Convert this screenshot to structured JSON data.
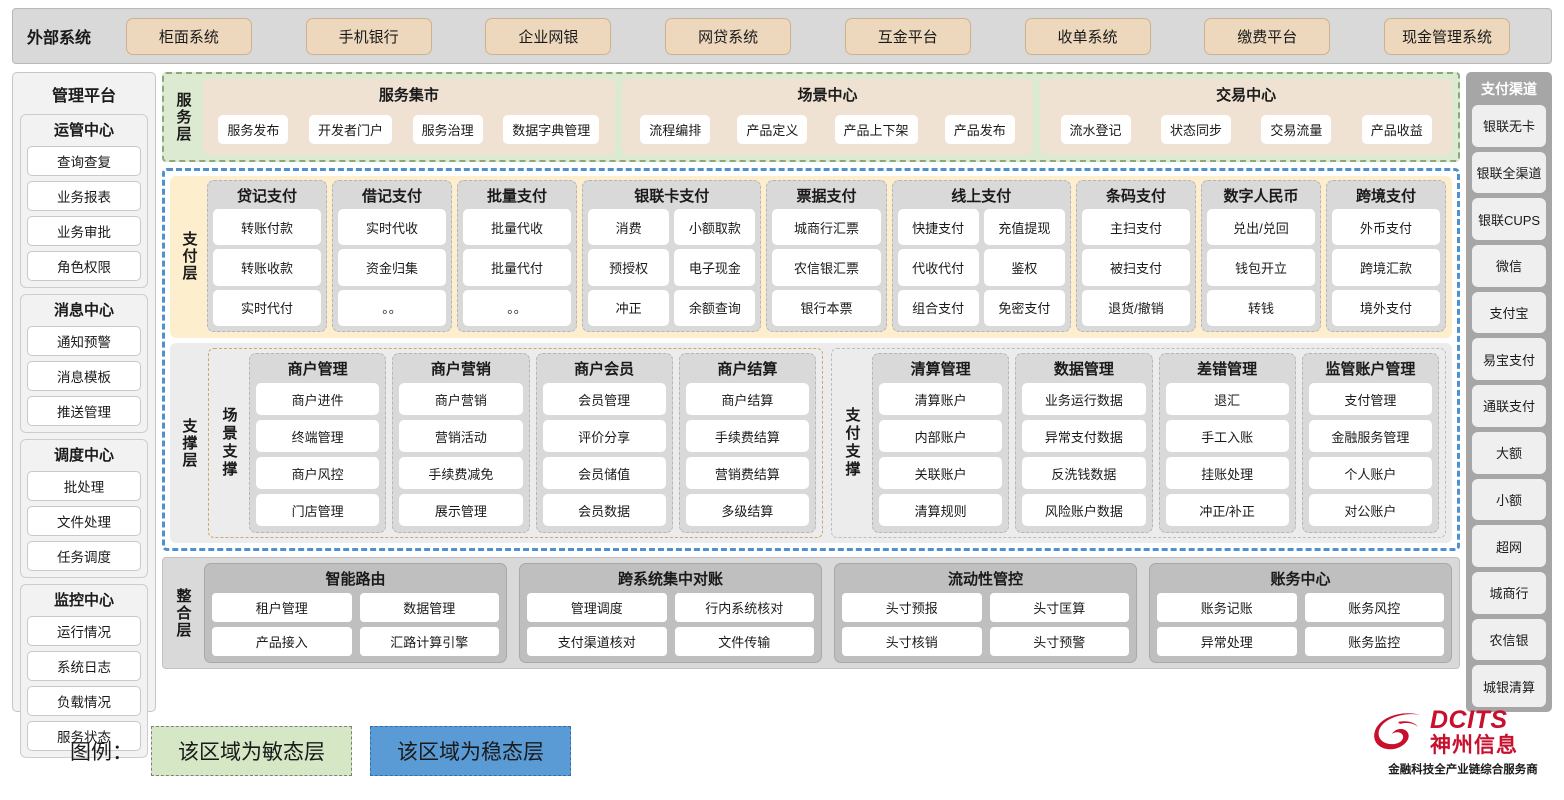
{
  "external": {
    "title": "外部系统",
    "items": [
      "柜面系统",
      "手机银行",
      "企业网银",
      "网贷系统",
      "互金平台",
      "收单系统",
      "缴费平台",
      "现金管理系统"
    ]
  },
  "management": {
    "title": "管理平台",
    "groups": [
      {
        "title": "运管中心",
        "items": [
          "查询查复",
          "业务报表",
          "业务审批",
          "角色权限"
        ]
      },
      {
        "title": "消息中心",
        "items": [
          "通知预警",
          "消息模板",
          "推送管理"
        ]
      },
      {
        "title": "调度中心",
        "items": [
          "批处理",
          "文件处理",
          "任务调度"
        ]
      },
      {
        "title": "监控中心",
        "items": [
          "运行情况",
          "系统日志",
          "负载情况",
          "服务状态"
        ]
      }
    ]
  },
  "service_layer": {
    "label": "服务层",
    "cards": [
      {
        "title": "服务集市",
        "items": [
          "服务发布",
          "开发者门户",
          "服务治理",
          "数据字典管理"
        ]
      },
      {
        "title": "场景中心",
        "items": [
          "流程编排",
          "产品定义",
          "产品上下架",
          "产品发布"
        ]
      },
      {
        "title": "交易中心",
        "items": [
          "流水登记",
          "状态同步",
          "交易流量",
          "产品收益"
        ]
      }
    ]
  },
  "pay_layer": {
    "label": "支付层",
    "groups": [
      {
        "title": "贷记支付",
        "cols": 1,
        "rows": [
          [
            "转账付款"
          ],
          [
            "转账收款"
          ],
          [
            "实时代付"
          ]
        ]
      },
      {
        "title": "借记支付",
        "cols": 1,
        "rows": [
          [
            "实时代收"
          ],
          [
            "资金归集"
          ],
          [
            "。。"
          ]
        ]
      },
      {
        "title": "批量支付",
        "cols": 1,
        "rows": [
          [
            "批量代收"
          ],
          [
            "批量代付"
          ],
          [
            "。。"
          ]
        ]
      },
      {
        "title": "银联卡支付",
        "cols": 2,
        "rows": [
          [
            "消费",
            "小额取款"
          ],
          [
            "预授权",
            "电子现金"
          ],
          [
            "冲正",
            "余额查询"
          ]
        ]
      },
      {
        "title": "票据支付",
        "cols": 1,
        "rows": [
          [
            "城商行汇票"
          ],
          [
            "农信银汇票"
          ],
          [
            "银行本票"
          ]
        ]
      },
      {
        "title": "线上支付",
        "cols": 2,
        "rows": [
          [
            "快捷支付",
            "充值提现"
          ],
          [
            "代收代付",
            "鉴权"
          ],
          [
            "组合支付",
            "免密支付"
          ]
        ]
      },
      {
        "title": "条码支付",
        "cols": 1,
        "rows": [
          [
            "主扫支付"
          ],
          [
            "被扫支付"
          ],
          [
            "退货/撤销"
          ]
        ]
      },
      {
        "title": "数字人民币",
        "cols": 1,
        "rows": [
          [
            "兑出/兑回"
          ],
          [
            "钱包开立"
          ],
          [
            "转钱"
          ]
        ]
      },
      {
        "title": "跨境支付",
        "cols": 1,
        "rows": [
          [
            "外币支付"
          ],
          [
            "跨境汇款"
          ],
          [
            "境外支付"
          ]
        ]
      }
    ]
  },
  "support_layer": {
    "label": "支撑层",
    "halves": [
      {
        "label": "场景支撑",
        "groups": [
          {
            "title": "商户管理",
            "items": [
              "商户进件",
              "终端管理",
              "商户风控",
              "门店管理"
            ]
          },
          {
            "title": "商户营销",
            "items": [
              "商户营销",
              "营销活动",
              "手续费减免",
              "展示管理"
            ]
          },
          {
            "title": "商户会员",
            "items": [
              "会员管理",
              "评价分享",
              "会员储值",
              "会员数据"
            ]
          },
          {
            "title": "商户结算",
            "items": [
              "商户结算",
              "手续费结算",
              "营销费结算",
              "多级结算"
            ]
          }
        ]
      },
      {
        "label": "支付支撑",
        "groups": [
          {
            "title": "清算管理",
            "items": [
              "清算账户",
              "内部账户",
              "关联账户",
              "清算规则"
            ]
          },
          {
            "title": "数据管理",
            "items": [
              "业务运行数据",
              "异常支付数据",
              "反洗钱数据",
              "风险账户数据"
            ]
          },
          {
            "title": "差错管理",
            "items": [
              "退汇",
              "手工入账",
              "挂账处理",
              "冲正/补正"
            ]
          },
          {
            "title": "监管账户管理",
            "items": [
              "支付管理",
              "金融服务管理",
              "个人账户",
              "对公账户"
            ]
          }
        ]
      }
    ]
  },
  "integration_layer": {
    "label": "整合层",
    "cards": [
      {
        "title": "智能路由",
        "rows": [
          [
            "租户管理",
            "数据管理"
          ],
          [
            "产品接入",
            "汇路计算引擎"
          ]
        ]
      },
      {
        "title": "跨系统集中对账",
        "rows": [
          [
            "管理调度",
            "行内系统核对"
          ],
          [
            "支付渠道核对",
            "文件传输"
          ]
        ]
      },
      {
        "title": "流动性管控",
        "rows": [
          [
            "头寸预报",
            "头寸匡算"
          ],
          [
            "头寸核销",
            "头寸预警"
          ]
        ]
      },
      {
        "title": "账务中心",
        "rows": [
          [
            "账务记账",
            "账务风控"
          ],
          [
            "异常处理",
            "账务监控"
          ]
        ]
      }
    ]
  },
  "channels": {
    "title": "支付渠道",
    "items": [
      "银联无卡",
      "银联全渠道",
      "银联CUPS",
      "微信",
      "支付宝",
      "易宝支付",
      "通联支付",
      "大额",
      "小额",
      "超网",
      "城商行",
      "农信银",
      "城银清算"
    ]
  },
  "legend": {
    "label": "图例：",
    "agile": "该区域为敏态层",
    "stable": "该区域为稳态层",
    "agile_color": "#d5e7c4",
    "stable_color": "#5b9bd5"
  },
  "logo": {
    "brand": "DCITS",
    "brand_cn": "神州信息",
    "tagline": "金融科技全产业链综合服务商",
    "color": "#c8102e"
  }
}
